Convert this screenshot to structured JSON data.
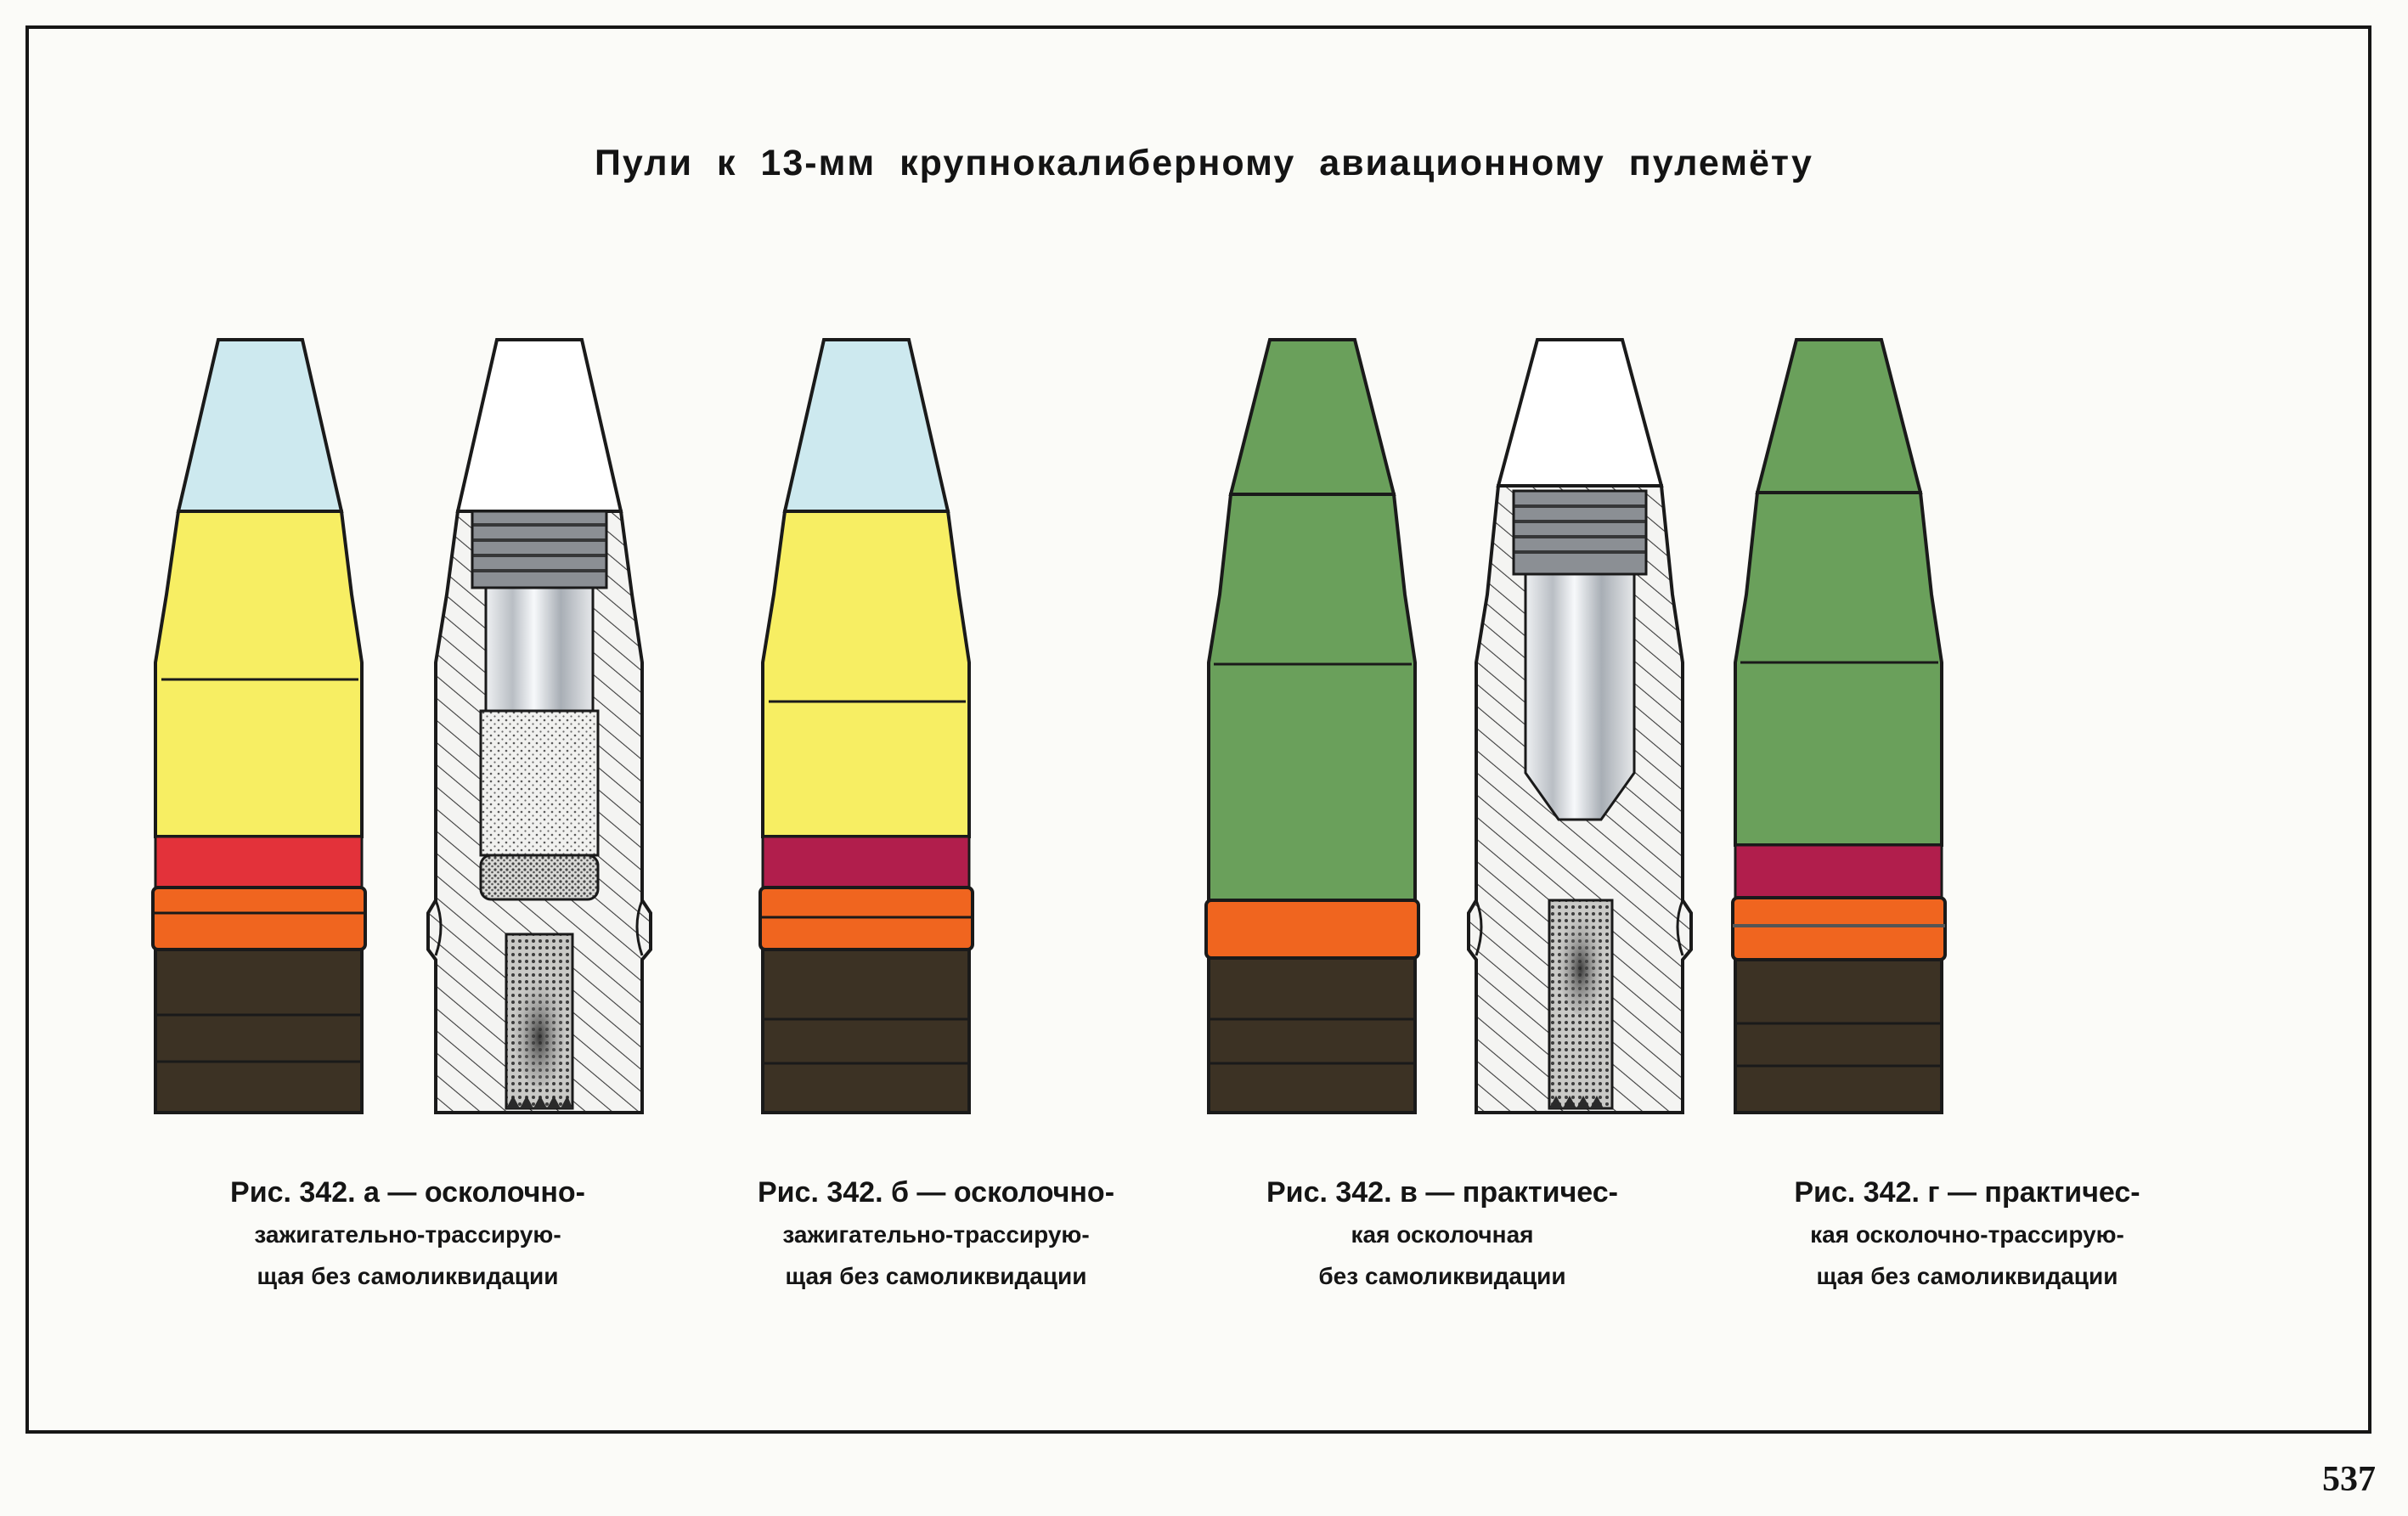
{
  "title": "Пули к 13-мм крупнокалиберному авиационному пулемёту",
  "captions": [
    {
      "lines": [
        "Рис. 342. а — осколочно-",
        "зажигательно-трассирую-",
        "щая без самоликвидации"
      ]
    },
    {
      "lines": [
        "Рис. 342. б — осколочно-",
        "зажигательно-трассирую-",
        "щая без самоликвидации"
      ]
    },
    {
      "lines": [
        "Рис. 342. в — практичес-",
        "кая осколочная",
        "без самоликвидации"
      ]
    },
    {
      "lines": [
        "Рис. 342. г — практичес-",
        "кая осколочно-трассирую-",
        "щая без самоликвидации"
      ]
    }
  ],
  "page_number": "537",
  "colors": {
    "tip_light_blue": "#cde9ef",
    "body_yellow": "#f7ee63",
    "band_red": "#e3323a",
    "band_crimson": "#b11e4c",
    "body_green": "#6aa05b",
    "driving_band_orange": "#f0651f",
    "tracer_dark": "#3c3224",
    "outline": "#1a1a1a",
    "hatching": "#444444"
  },
  "bullets": [
    {
      "name": "bullet-a-exterior",
      "tip": "tip_light_blue",
      "body": "body_yellow",
      "band": "band_red",
      "base": "tracer_dark",
      "type": "exterior"
    },
    {
      "name": "bullet-a-section",
      "type": "section"
    },
    {
      "name": "bullet-b-exterior",
      "tip": "tip_light_blue",
      "body": "body_yellow",
      "band": "band_crimson",
      "base": "tracer_dark",
      "type": "exterior"
    },
    {
      "name": "bullet-v-exterior",
      "tip": "body_green",
      "body": "body_green",
      "band": "",
      "base": "tracer_dark",
      "type": "exterior"
    },
    {
      "name": "bullet-v-section",
      "type": "section"
    },
    {
      "name": "bullet-g-exterior",
      "tip": "body_green",
      "body": "body_green",
      "band": "band_crimson",
      "base": "tracer_dark",
      "type": "exterior"
    }
  ]
}
